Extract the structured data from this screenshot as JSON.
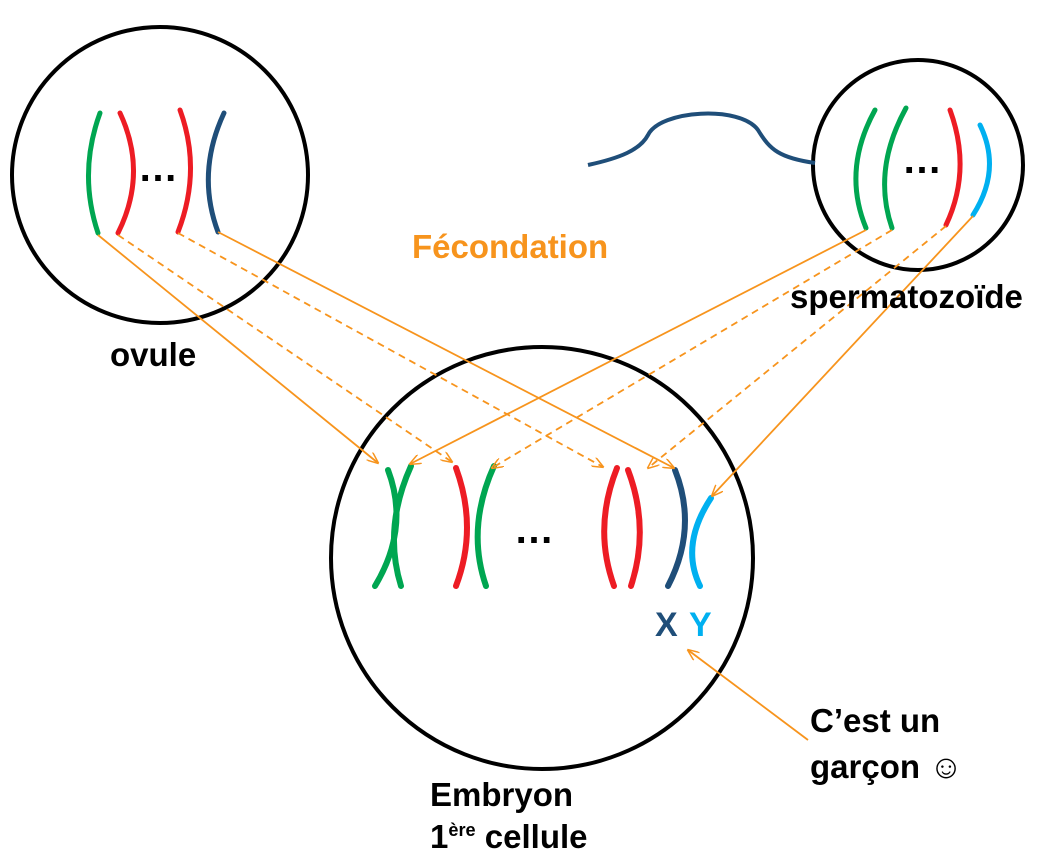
{
  "title": "Fécondation",
  "labels": {
    "ovule": "ovule",
    "sperm": "spermatozoïde",
    "embryo_line1": "Embryon",
    "embryo_line2_num": "1",
    "embryo_line2_sup": "ère",
    "embryo_line2_rest": " cellule",
    "boy_line1": "C’est un",
    "boy_line2": "garçon ☺",
    "x": "X",
    "y": "Y",
    "ellipsis": "…"
  },
  "colors": {
    "green": "#00a651",
    "red": "#ed1c24",
    "dark_blue": "#1f4e79",
    "light_blue": "#00b0f0",
    "orange": "#f7941d",
    "black": "#000000"
  },
  "chromosomes": {
    "ovule": [
      "green",
      "red",
      "red",
      "dark_blue"
    ],
    "sperm": [
      "green",
      "green",
      "red",
      "light_blue"
    ],
    "embryo_pairs": [
      [
        "green",
        "green"
      ],
      [
        "red",
        "green"
      ],
      [
        "red",
        "red"
      ],
      [
        "dark_blue",
        "light_blue"
      ]
    ]
  }
}
